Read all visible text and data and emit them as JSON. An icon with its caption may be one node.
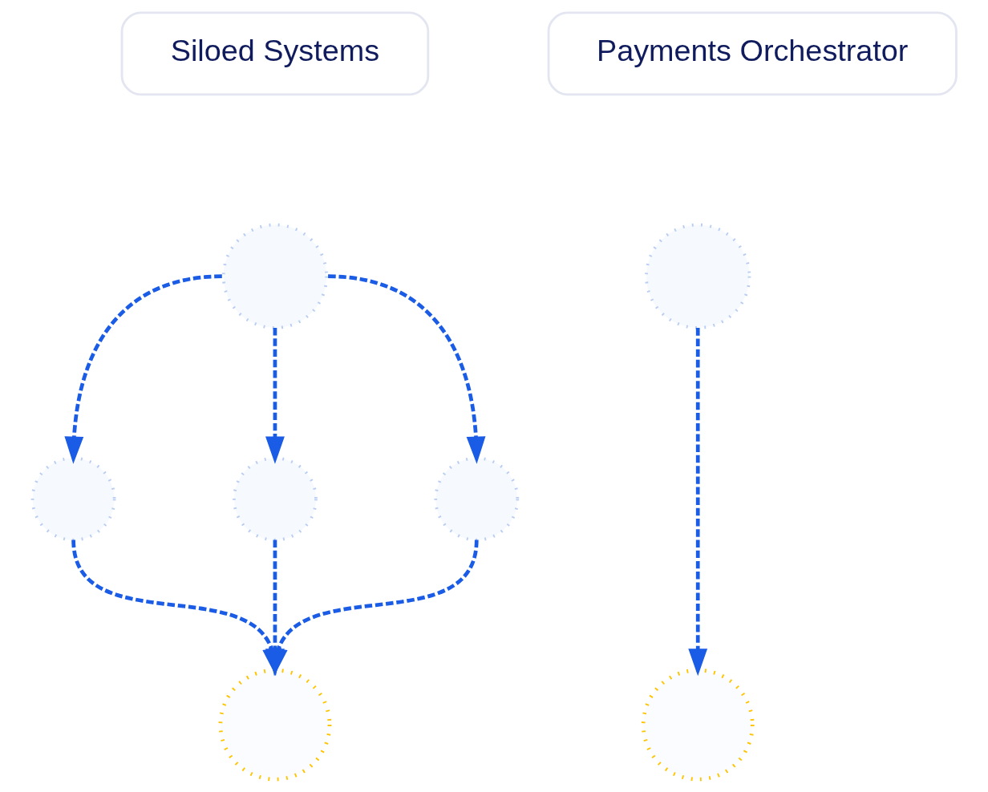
{
  "diagram": {
    "nodes": [
      {
        "text": [
          "Siloed Systems"
        ]
      },
      {
        "text": [
          "Payments Orchestrator"
        ]
      },
      {
        "text": [],
        "shape": "circle"
      },
      {
        "text": [],
        "shape": "circle"
      },
      {
        "text": [],
        "shape": "circle"
      },
      {
        "text": [],
        "shape": "circle"
      },
      {
        "text": [],
        "shape": "circle"
      },
      {
        "text": [],
        "shape": "circle"
      },
      {
        "text": [],
        "shape": "circle"
      }
    ],
    "edges": [
      {
        "from": 2,
        "to": 4,
        "arrow": "to",
        "style": "dashed"
      },
      {
        "from": 2,
        "to": 5,
        "arrow": "to",
        "style": "dashed"
      },
      {
        "from": 2,
        "to": 6,
        "arrow": "to",
        "style": "dashed"
      },
      {
        "from": 4,
        "to": 7,
        "arrow": "to",
        "style": "dashed"
      },
      {
        "from": 5,
        "to": 7,
        "arrow": "to",
        "style": "dashed"
      },
      {
        "from": 6,
        "to": 7,
        "arrow": "to",
        "style": "dashed"
      },
      {
        "from": 3,
        "to": 8,
        "arrow": "to",
        "style": "dashed"
      }
    ]
  }
}
